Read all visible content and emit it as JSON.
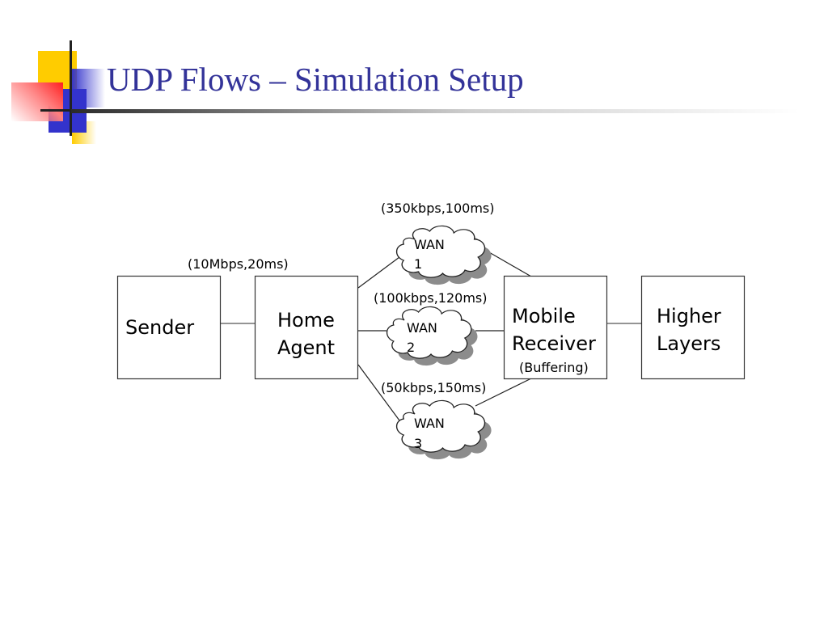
{
  "slide": {
    "title": "UDP Flows – Simulation Setup",
    "accent_color": "#333399"
  },
  "diagram": {
    "nodes": {
      "sender": {
        "label": "Sender"
      },
      "home_agent": {
        "line1": "Home",
        "line2": "Agent"
      },
      "mobile_receiver": {
        "line1": "Mobile",
        "line2": "Receiver",
        "note": "(Buffering)"
      },
      "higher_layers": {
        "line1": "Higher",
        "line2": "Layers"
      }
    },
    "wans": [
      {
        "line1": "WAN",
        "line2": "1",
        "link": "(350kbps,100ms)"
      },
      {
        "line1": "WAN",
        "line2": "2",
        "link": "(100kbps,120ms)"
      },
      {
        "line1": "WAN",
        "line2": "3",
        "link": "(50kbps,150ms)"
      }
    ],
    "sender_link": "(10Mbps,20ms)",
    "edges": [
      [
        "sender",
        "home_agent"
      ],
      [
        "home_agent",
        "wan1"
      ],
      [
        "wan1",
        "mobile_receiver"
      ],
      [
        "home_agent",
        "wan2"
      ],
      [
        "wan2",
        "mobile_receiver"
      ],
      [
        "home_agent",
        "wan3"
      ],
      [
        "wan3",
        "mobile_receiver"
      ],
      [
        "mobile_receiver",
        "higher_layers"
      ]
    ]
  }
}
